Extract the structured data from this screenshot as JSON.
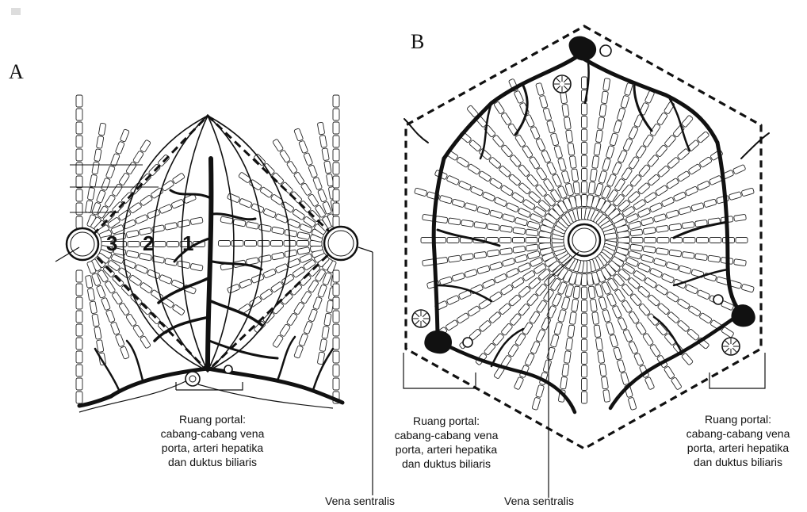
{
  "panel_a": {
    "letter": "A",
    "zones": [
      "3",
      "2",
      "1"
    ],
    "portal_caption": [
      "Ruang portal:",
      "cabang-cabang vena",
      "porta, arteri hepatika",
      "dan duktus biliaris"
    ],
    "central_vein_label": "Vena sentralis"
  },
  "panel_b": {
    "letter": "B",
    "portal_caption_left": [
      "Ruang portal:",
      "cabang-cabang vena",
      "porta, arteri hepatika",
      "dan duktus biliaris"
    ],
    "portal_caption_right": [
      "Ruang portal:",
      "cabang-cabang vena",
      "porta, arteri hepatika",
      "dan duktus biliaris"
    ],
    "central_vein_label": "Vena sentralis"
  },
  "colors": {
    "ink": "#111111",
    "cell_fill": "#ffffff",
    "background": "#ffffff"
  }
}
